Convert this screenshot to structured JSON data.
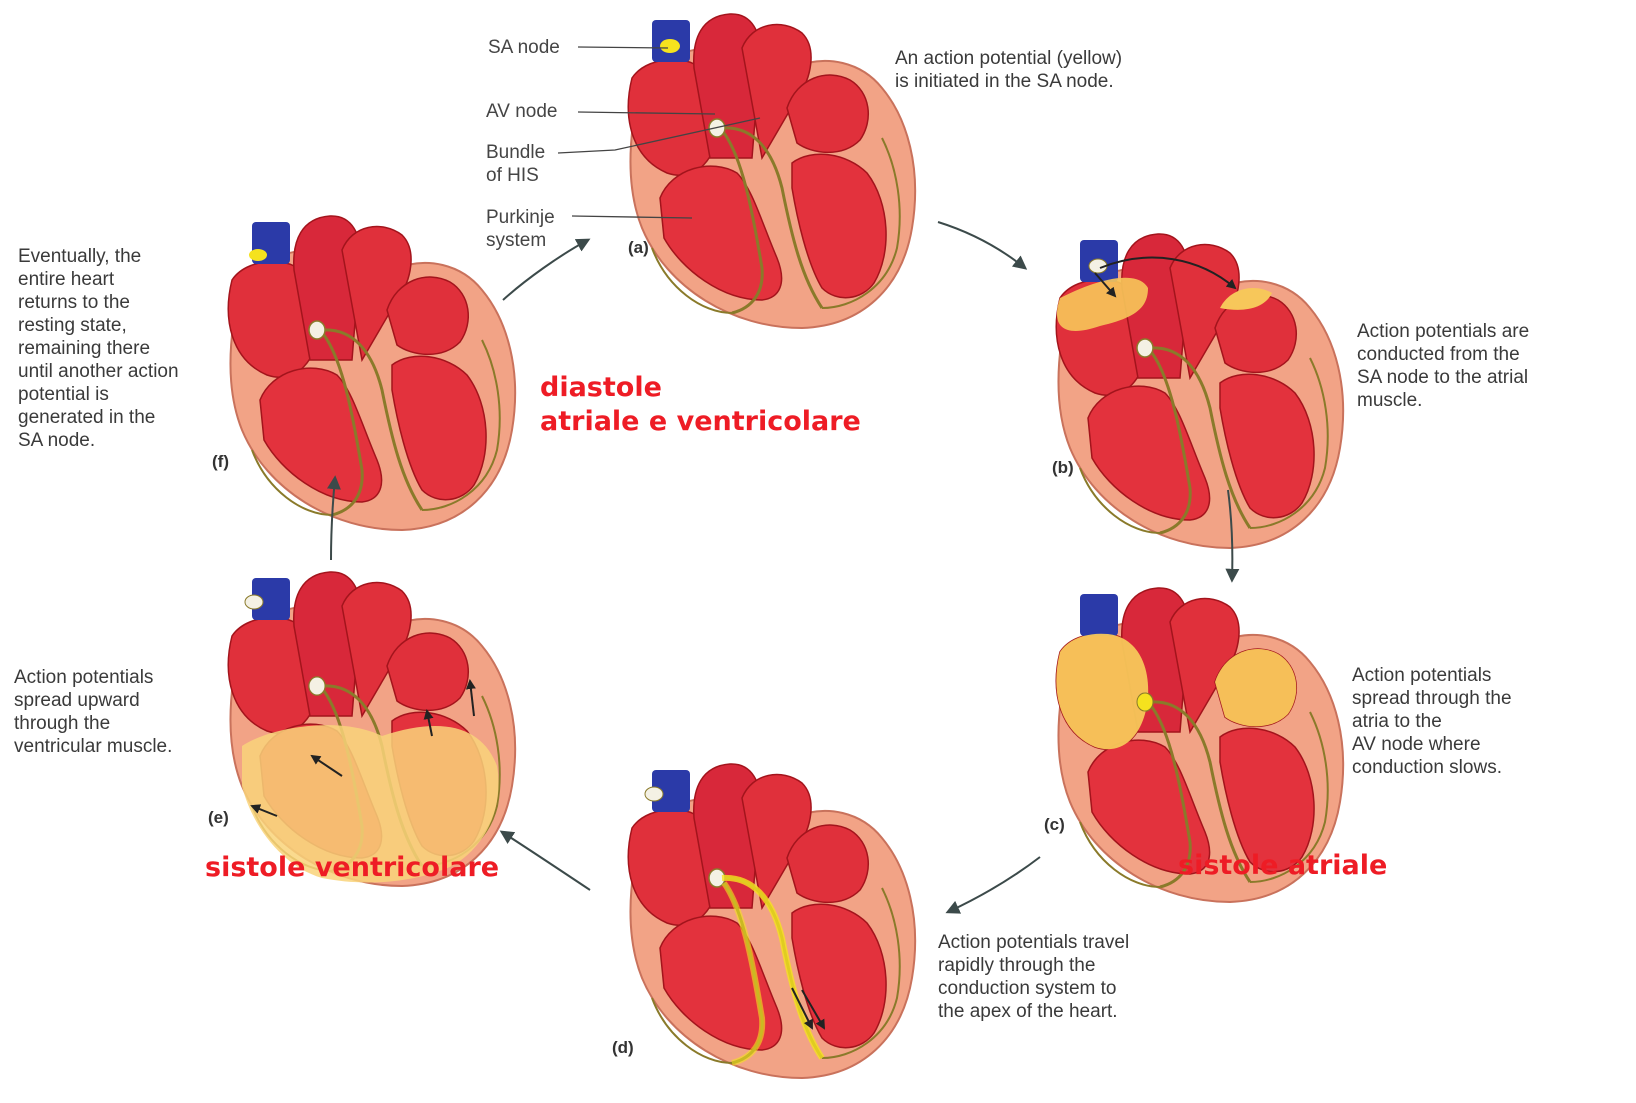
{
  "colors": {
    "heart_red": "#e0303b",
    "heart_outer": "#f2a386",
    "vessel_blue": "#2b3aa8",
    "excited_yellow": "#f7c75a",
    "conduction_olive": "#8a7a2a",
    "phase_red": "#ee1c25"
  },
  "labels": {
    "sa_node": "SA node",
    "av_node": "AV node",
    "bundle_line1": "Bundle",
    "bundle_line2": "of HIS",
    "purkinje_line1": "Purkinje",
    "purkinje_line2": "system"
  },
  "panels": {
    "a": {
      "id": "(a)",
      "text": [
        "An action potential (yellow)",
        "is initiated in the SA node."
      ]
    },
    "b": {
      "id": "(b)",
      "text": [
        "Action potentials are",
        "conducted from the",
        "SA node to the atrial",
        "muscle."
      ]
    },
    "c": {
      "id": "(c)",
      "text": [
        "Action potentials",
        "spread through the",
        "atria to the",
        "AV node where",
        "conduction slows."
      ]
    },
    "d": {
      "id": "(d)",
      "text": [
        "Action potentials travel",
        "rapidly through the",
        "conduction system to",
        "the apex of the heart."
      ]
    },
    "e": {
      "id": "(e)",
      "text": [
        "Action potentials",
        "spread upward",
        "through the",
        "ventricular muscle."
      ]
    },
    "f": {
      "id": "(f)",
      "text": [
        "Eventually, the",
        "entire heart",
        "returns to the",
        "resting state,",
        "remaining there",
        "until another action",
        "potential is",
        "generated in the",
        "SA node."
      ]
    }
  },
  "phases": {
    "diastole_line1": "diastole",
    "diastole_line2": "atriale e ventricolare",
    "atrial_systole": "sistole atriale",
    "ventricular_systole": "sistole ventricolare"
  }
}
